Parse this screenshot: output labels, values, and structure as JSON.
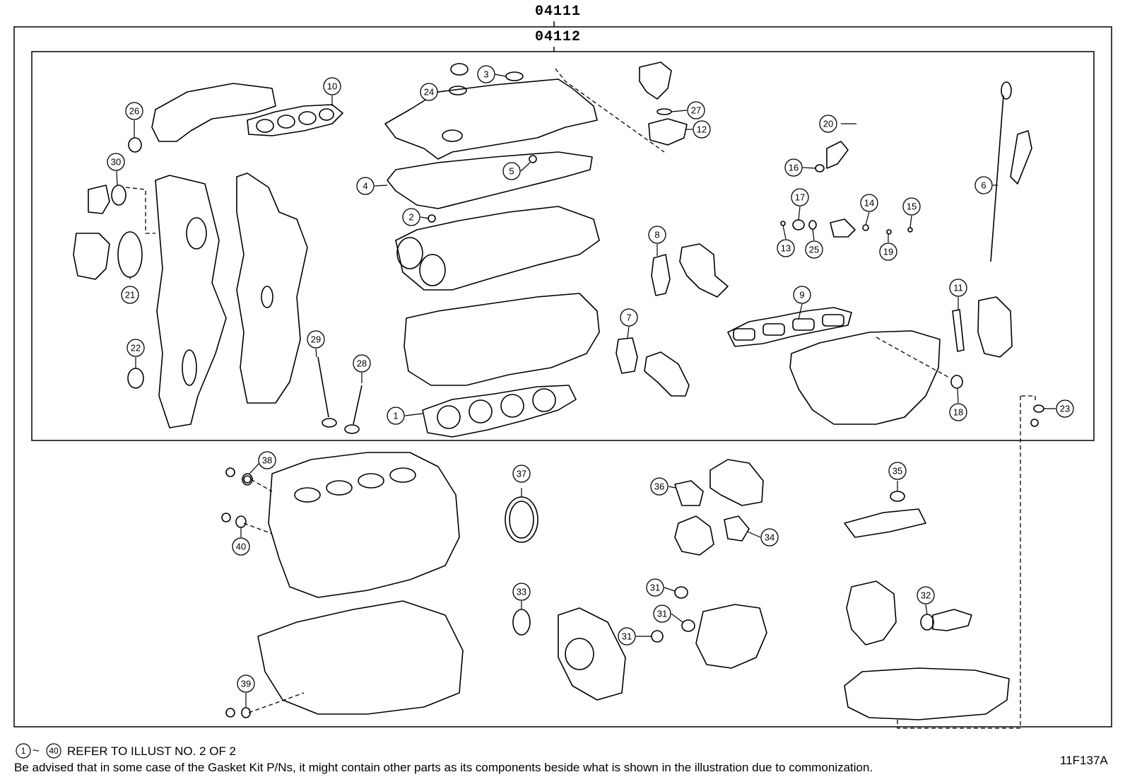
{
  "kits": {
    "outer": "04111",
    "inner": "04112"
  },
  "notes": {
    "range_start": "1",
    "range_sep": "~",
    "range_end": "40",
    "refer_text": "REFER TO ILLUST NO. 2 OF 2",
    "advisory": "Be advised that in some case of the Gasket Kit P/Ns,  it might contain other parts as its components beside what is shown in the illustration due to commonization."
  },
  "illustration_code": "11F137A",
  "callouts": [
    {
      "id": "c3",
      "label": "3"
    },
    {
      "id": "c24",
      "label": "24"
    },
    {
      "id": "c10",
      "label": "10"
    },
    {
      "id": "c26",
      "label": "26"
    },
    {
      "id": "c27",
      "label": "27"
    },
    {
      "id": "c12",
      "label": "12"
    },
    {
      "id": "c20",
      "label": "20"
    },
    {
      "id": "c30",
      "label": "30"
    },
    {
      "id": "c4",
      "label": "4"
    },
    {
      "id": "c5",
      "label": "5"
    },
    {
      "id": "c16",
      "label": "16"
    },
    {
      "id": "c6",
      "label": "6"
    },
    {
      "id": "c17",
      "label": "17"
    },
    {
      "id": "c14",
      "label": "14"
    },
    {
      "id": "c15",
      "label": "15"
    },
    {
      "id": "c2",
      "label": "2"
    },
    {
      "id": "c8",
      "label": "8"
    },
    {
      "id": "c13",
      "label": "13"
    },
    {
      "id": "c25",
      "label": "25"
    },
    {
      "id": "c19",
      "label": "19"
    },
    {
      "id": "c21",
      "label": "21"
    },
    {
      "id": "c9",
      "label": "9"
    },
    {
      "id": "c11",
      "label": "11"
    },
    {
      "id": "c7",
      "label": "7"
    },
    {
      "id": "c22",
      "label": "22"
    },
    {
      "id": "c29",
      "label": "29"
    },
    {
      "id": "c28",
      "label": "28"
    },
    {
      "id": "c18",
      "label": "18"
    },
    {
      "id": "c1",
      "label": "1"
    },
    {
      "id": "c23",
      "label": "23"
    },
    {
      "id": "c38",
      "label": "38"
    },
    {
      "id": "c37",
      "label": "37"
    },
    {
      "id": "c36",
      "label": "36"
    },
    {
      "id": "c35",
      "label": "35"
    },
    {
      "id": "c40",
      "label": "40"
    },
    {
      "id": "c34",
      "label": "34"
    },
    {
      "id": "c33",
      "label": "33"
    },
    {
      "id": "c31a",
      "label": "31"
    },
    {
      "id": "c32",
      "label": "32"
    },
    {
      "id": "c31b",
      "label": "31"
    },
    {
      "id": "c31c",
      "label": "31"
    },
    {
      "id": "c39",
      "label": "39"
    }
  ]
}
